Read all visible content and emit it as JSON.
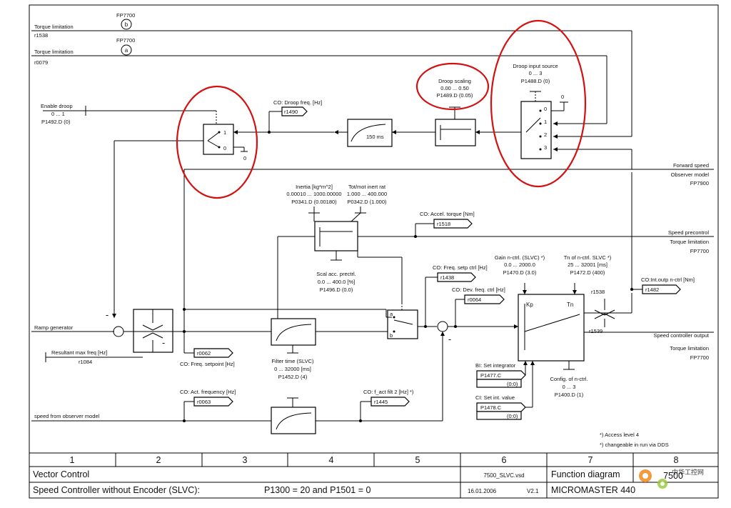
{
  "signals": {
    "ref_b": "b",
    "fp_b": "FP7700",
    "torque_b": "Torque limitation",
    "r1538_in": "r1538",
    "ref_a": "a",
    "fp_a": "FP7700",
    "torque_a": "Torque limitation",
    "r0079": "r0079",
    "enable_droop": "Enable droop",
    "enable_range": "0 ... 1",
    "enable_param": "P1492.D (0)",
    "droop_freq": "CO: Droop freq. [Hz]",
    "r1490": "r1490",
    "time_150": "150 ms",
    "droop_scaling": "Droop scaling",
    "droop_scaling_range": "0.00 ... 0.50",
    "droop_scaling_param": "P1489.D (0.05)",
    "droop_input": "Droop input source",
    "droop_input_range": "0 ... 3",
    "droop_input_param": "P1488.D (0)",
    "sw_0": "0",
    "sw_1": "1",
    "sw_2": "2",
    "sw_3": "3",
    "zero_a": "0",
    "zero_b": "0",
    "ed_1": "1",
    "ed_0": "0",
    "fwd_speed": "Forward speed",
    "observer_model": "Observer model",
    "fp7900": "FP7900",
    "inertia": "Inertia [kg*m^2]",
    "inertia_range": "0.00010 ... 1000.00000",
    "inertia_param": "P0341.D (0.00180)",
    "totmot": "Tot/mot inert rat",
    "totmot_range": "1.000 ... 400.000",
    "totmot_param": "P0342.D (1.000)",
    "accel_torque": "CO: Accel. torque [Nm]",
    "r1518": "r1518",
    "speed_precontrol": "Speed precontrol",
    "torque_lim_1": "Torque limitation",
    "fp7700_1": "FP7700",
    "scal_acc": "Scal acc. prectrl.",
    "scal_acc_range": "0.0 ... 400.0 [%]",
    "scal_acc_param": "P1496.D (0.0)",
    "freq_setp_ctrl": "CO: Freq. setp ctrl [Hz]",
    "r1438": "r1438",
    "dev_freq_ctrl": "CO: Dev. freq. ctrl [Hz]",
    "r0064": "r0064",
    "gain": "Gain n-ctrl. (SLVC) *)",
    "gain_range": "0.0 ... 2000.0",
    "gain_param": "P1470.D (3.0)",
    "tn": "Tn of n-ctrl. SLVC *)",
    "tn_range": "25 ... 32001 [ms]",
    "tn_param": "P1472.D (400)",
    "kp": "Kp",
    "tn_short": "Tn",
    "r1538": "r1538",
    "r1539": "r1539",
    "co_int": "CO:Int.outp n-ctrl [Nm]",
    "r1482": "r1482",
    "speed_ctrl_out": "Speed controller output",
    "torque_lim_2": "Torque limitation",
    "fp7700_2": "FP7700",
    "ramp_gen": "Ramp generator",
    "resultant_max": "Resultant max freq [Hz]",
    "r1084": "r1084",
    "r0062": "r0062",
    "freq_setpoint": "CO: Freq. setpoint [Hz]",
    "filter_time": "Filter time (SLVC)",
    "filter_range": "0 ... 32000 [ms]",
    "filter_param": "P1452.D (4)",
    "bi_set_int": "BI: Set integrator",
    "p1477": "P1477.C",
    "p1477_val": "(0:0)",
    "ci_set_int": "CI: Set int. value",
    "p1478": "P1478.C",
    "p1478_val": "(0:0)",
    "config": "Config. of n-ctrl.",
    "config_range": "0 ... 3",
    "config_param": "P1400.D (1)",
    "act_freq": "CO: Act. frequency [Hz]",
    "r0063": "r0063",
    "f_act_filt": "CO: f_act filt 2 [Hz]  *)",
    "r1445": "r1445",
    "speed_observer": "speed from observer model",
    "note1": "*)  Access level 4",
    "note2": "*)  changeable in run via DDS",
    "minus_1": "-",
    "minus_2": "-",
    "minus_3": "-",
    "cb_a": "a",
    "cb_b": "b"
  },
  "footer": {
    "cols": [
      "1",
      "2",
      "3",
      "4",
      "5",
      "6",
      "7",
      "8"
    ],
    "vector_control": "Vector Control",
    "file": "7500_SLVC.vsd",
    "func_diagram": "Function diagram",
    "fd_num": "7500",
    "title": "Speed Controller without Encoder (SLVC):",
    "params": "P1300 = 20 and P1501 = 0",
    "date": "16.01.2006",
    "version": "V2.1",
    "product": "MICROMASTER 440",
    "watermark": "中华工控网"
  },
  "colors": {
    "highlight": "#d41010",
    "line": "#000000"
  }
}
